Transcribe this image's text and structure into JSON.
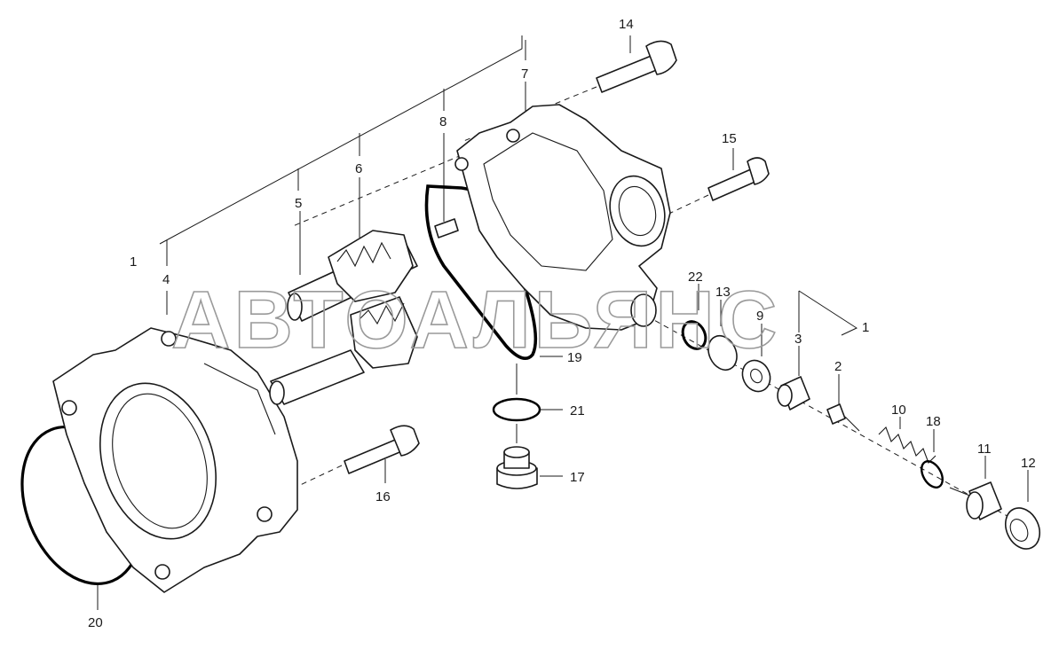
{
  "diagram": {
    "watermark": "АВТОАЛЬЯНС",
    "callouts": [
      "1",
      "4",
      "5",
      "6",
      "8",
      "7",
      "14",
      "15",
      "22",
      "13",
      "9",
      "3",
      "1",
      "2",
      "10",
      "18",
      "11",
      "12",
      "19",
      "21",
      "17",
      "16",
      "20"
    ]
  }
}
